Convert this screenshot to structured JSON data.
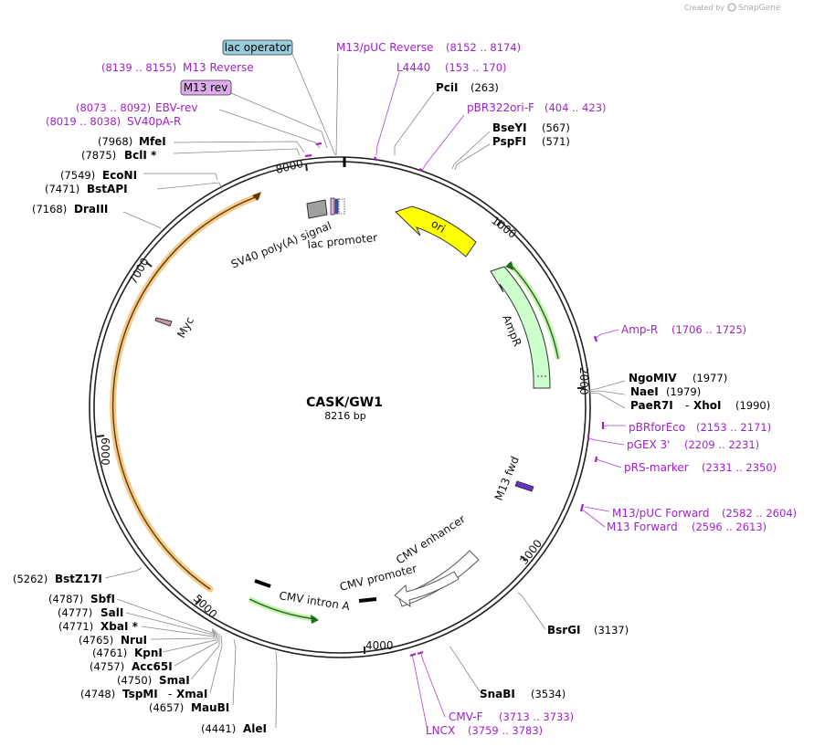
{
  "brand": {
    "created_by": "Created by",
    "name": "SnapGene"
  },
  "plasmid": {
    "name": "CASK/GW1",
    "length_label": "8216 bp",
    "length": 8216
  },
  "ruler": [
    "1000",
    "2000",
    "3000",
    "4000",
    "5000",
    "6000",
    "7000",
    "8000"
  ],
  "features": [
    {
      "label": "ori",
      "color": "#ffff00"
    },
    {
      "label": "AmpR",
      "color": "#ccffcc"
    },
    {
      "label": "M13 fwd",
      "color": "#6633cc"
    },
    {
      "label": "CMV enhancer",
      "color": "#ffffff"
    },
    {
      "label": "CMV promoter",
      "color": "#ffffff"
    },
    {
      "label": "CMV intron A",
      "color": "#000000"
    },
    {
      "label": "Myc",
      "color": "#cc99aa"
    },
    {
      "label": "SV40 poly(A) signal",
      "color": "#a0a0a0"
    },
    {
      "label": "lac promoter",
      "color": "#ffffff"
    },
    {
      "label": "lac operator",
      "color": "#99ccdd"
    },
    {
      "label": "M13 rev",
      "color": "#ddaaee"
    }
  ],
  "sites": [
    {
      "name": "PciI",
      "pos": "(263)"
    },
    {
      "name": "BseYI",
      "pos": "(567)"
    },
    {
      "name": "PspFI",
      "pos": "(571)"
    },
    {
      "name": "NgoMIV",
      "pos": "(1977)"
    },
    {
      "name": "NaeI",
      "pos": "(1979)"
    },
    {
      "name": "PaeR7I",
      "name2": "XhoI",
      "pos": "(1990)"
    },
    {
      "name": "BsrGI",
      "pos": "(3137)"
    },
    {
      "name": "SnaBI",
      "pos": "(3534)"
    },
    {
      "name": "AleI",
      "pos": "(4441)"
    },
    {
      "name": "MauBI",
      "pos": "(4657)"
    },
    {
      "name": "TspMI",
      "name2": "XmaI",
      "pos": "(4748)"
    },
    {
      "name": "SmaI",
      "pos": "(4750)"
    },
    {
      "name": "Acc65I",
      "pos": "(4757)"
    },
    {
      "name": "KpnI",
      "pos": "(4761)"
    },
    {
      "name": "NruI",
      "pos": "(4765)"
    },
    {
      "name": "XbaI *",
      "pos": "(4771)"
    },
    {
      "name": "SalI",
      "pos": "(4777)"
    },
    {
      "name": "SbfI",
      "pos": "(4787)"
    },
    {
      "name": "BstZ17I",
      "pos": "(5262)"
    },
    {
      "name": "DraIII",
      "pos": "(7168)"
    },
    {
      "name": "BstAPI",
      "pos": "(7471)"
    },
    {
      "name": "EcoNI",
      "pos": "(7549)"
    },
    {
      "name": "BclI *",
      "pos": "(7875)"
    },
    {
      "name": "MfeI",
      "pos": "(7968)"
    }
  ],
  "primers": [
    {
      "name": "M13/pUC Reverse",
      "range": "(8152 .. 8174)"
    },
    {
      "name": "L4440",
      "range": "(153 .. 170)"
    },
    {
      "name": "pBR322ori-F",
      "range": "(404 .. 423)"
    },
    {
      "name": "Amp-R",
      "range": "(1706 .. 1725)"
    },
    {
      "name": "pBRforEco",
      "range": "(2153 .. 2171)"
    },
    {
      "name": "pGEX 3'",
      "range": "(2209 .. 2231)"
    },
    {
      "name": "pRS-marker",
      "range": "(2331 .. 2350)"
    },
    {
      "name": "M13/pUC Forward",
      "range": "(2582 .. 2604)"
    },
    {
      "name": "M13 Forward",
      "range": "(2596 .. 2613)"
    },
    {
      "name": "CMV-F",
      "range": "(3713 .. 3733)"
    },
    {
      "name": "LNCX",
      "range": "(3759 .. 3783)"
    },
    {
      "name": "M13 Reverse",
      "range": "(8139 .. 8155)"
    },
    {
      "name": "EBV-rev",
      "range": "(8073 .. 8092)"
    },
    {
      "name": "SV40pA-R",
      "range": "(8019 .. 8038)"
    }
  ]
}
